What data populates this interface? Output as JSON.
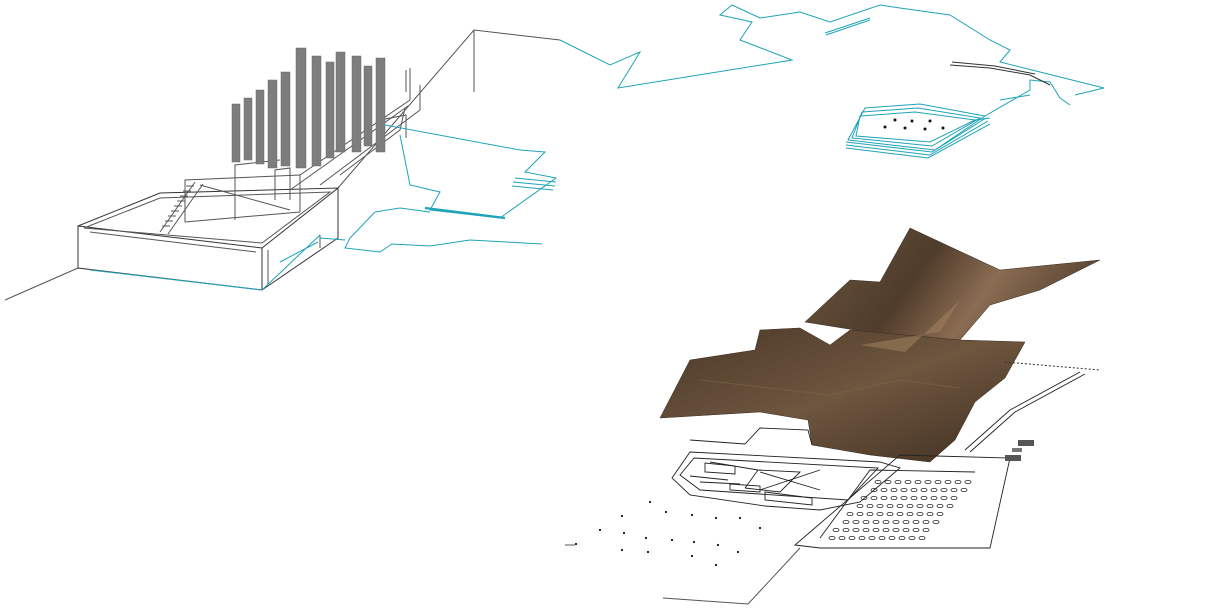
{
  "viewport": {
    "background": "#ffffff",
    "line_color": "#555555",
    "context_color": "#1fa3b8",
    "pillar_color": "#7d7d7d",
    "terrain_color": "#5b4634"
  },
  "groups": [
    {
      "name": "building-massing-model"
    },
    {
      "name": "site-context-linework"
    },
    {
      "name": "terrain-surface"
    },
    {
      "name": "ground-floor-plan"
    }
  ]
}
